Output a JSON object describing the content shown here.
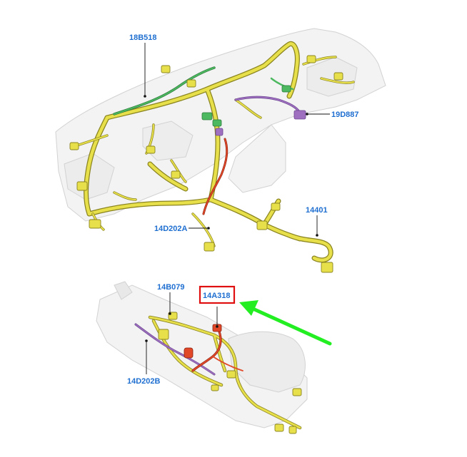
{
  "callouts": {
    "c_18b518": "18B518",
    "c_19d887": "19D887",
    "c_14401": "14401",
    "c_14d202a": "14D202A",
    "c_14b079": "14B079",
    "c_14a318": "14A318",
    "c_14d202b": "14D202B"
  },
  "colors": {
    "harness_main": "#e8e04a",
    "harness_outline": "#8a8420",
    "harness_green": "#4cb860",
    "harness_purple": "#a070c0",
    "harness_red": "#e04828",
    "label": "#1f6fd1",
    "highlight_box": "#e01010",
    "arrow": "#22ee22",
    "ghost_body": "#d8d8d8"
  }
}
